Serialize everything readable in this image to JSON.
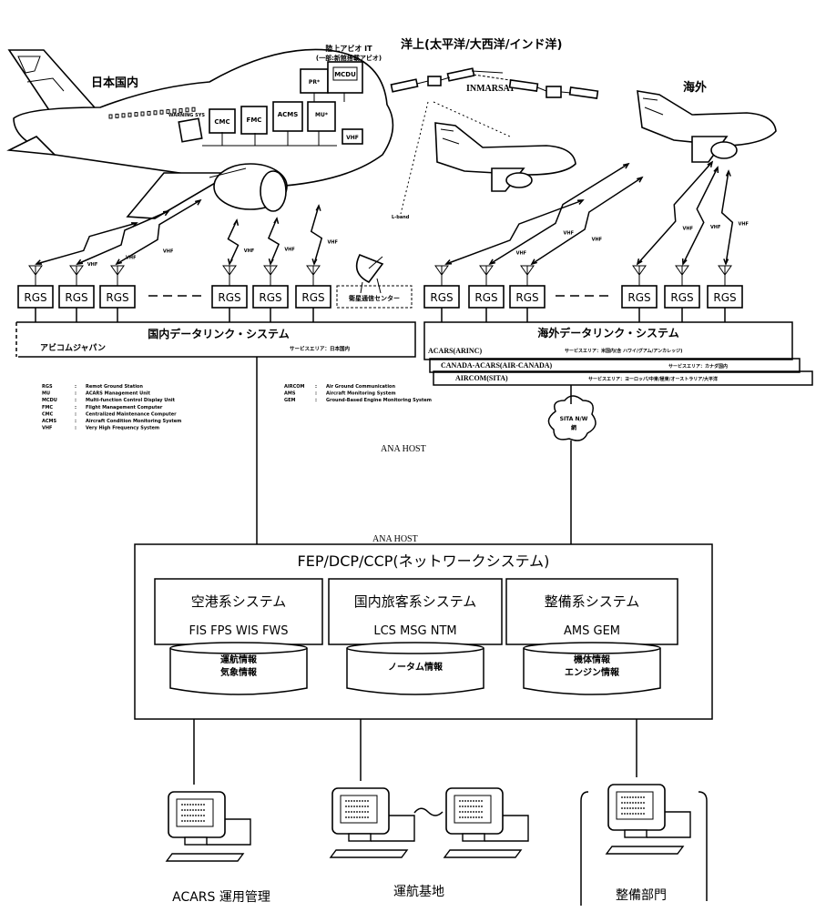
{
  "regions": {
    "domestic": "日本国内",
    "ocean": "洋上(太平洋/大西洋/インド洋)",
    "overseas": "海外",
    "inmarsat": "INMARSAT"
  },
  "aircraft_labels": {
    "top_text_1": "陸上アビオ IT",
    "top_text_2": "(一部:新館搭載アビオ)",
    "mcdu": "MCDU",
    "pr": "PR*",
    "warning": "WARNING SYS",
    "cmc": "CMC",
    "fmc": "FMC",
    "acms": "ACMS",
    "mu": "MU*",
    "vhf": "VHF",
    "lband": "L-band"
  },
  "vhf_label": "VHF",
  "rgs_label": "RGS",
  "rgs_domestic_count": 6,
  "rgs_overseas_count": 6,
  "satellite_center": "衛星通信センター",
  "domestic_system": {
    "title": "国内データリンク・システム",
    "operator": "アビコムジャパン",
    "service_area": "サービスエリア：日本国内"
  },
  "overseas_system": {
    "title": "海外データリンク・システム",
    "rows": [
      {
        "name": "ACARS(ARINC)",
        "area": "サービスエリア：米国内(含 ハワイ/グアム/アンカレッジ)"
      },
      {
        "name": "CANADA-ACARS(AIR-CANADA)",
        "area": "サービスエリア：カナダ国内"
      },
      {
        "name": "AIRCOM(SITA)",
        "area": "サービスエリア：ヨーロッパ/中東/極東/オーストラリア/大平洋"
      }
    ]
  },
  "legend_left": [
    {
      "abbr": "RGS",
      "desc": "Remot Ground Station"
    },
    {
      "abbr": "MU",
      "desc": "ACARS Management Unit"
    },
    {
      "abbr": "MCDU",
      "desc": "Multi-function Control Display Unit"
    },
    {
      "abbr": "FMC",
      "desc": "Flight Management Computer"
    },
    {
      "abbr": "CMC",
      "desc": "Centralized Maintenance Computer"
    },
    {
      "abbr": "ACMS",
      "desc": "Aircraft Condition Monitoring System"
    },
    {
      "abbr": "VHF",
      "desc": "Very High Frequency System"
    }
  ],
  "legend_right": [
    {
      "abbr": "AIRCOM",
      "desc": "Air Ground Communication"
    },
    {
      "abbr": "AMS",
      "desc": "Aircraft Monitoring System"
    },
    {
      "abbr": "GEM",
      "desc": "Ground-Based Engine Monitoring System"
    }
  ],
  "sita": {
    "line1": "SITA N/W",
    "line2": "網"
  },
  "ana_host_label_mid": "ANA HOST",
  "ana_host_label": "ANA HOST",
  "fep_title": "FEP/DCP/CCP(ネットワークシステム)",
  "subsystems": [
    {
      "title": "空港系システム",
      "apps": "FIS FPS WIS FWS",
      "db": [
        "運航情報",
        "気象情報"
      ]
    },
    {
      "title": "国内旅客系システム",
      "apps": "LCS MSG NTM",
      "db": [
        "ノータム情報"
      ]
    },
    {
      "title": "整備系システム",
      "apps": "AMS GEM",
      "db": [
        "機体情報",
        "エンジン情報"
      ]
    }
  ],
  "terminals": [
    {
      "label": "ACARS 運用管理"
    },
    {
      "label": "運航基地"
    },
    {
      "label": "整備部門"
    }
  ]
}
